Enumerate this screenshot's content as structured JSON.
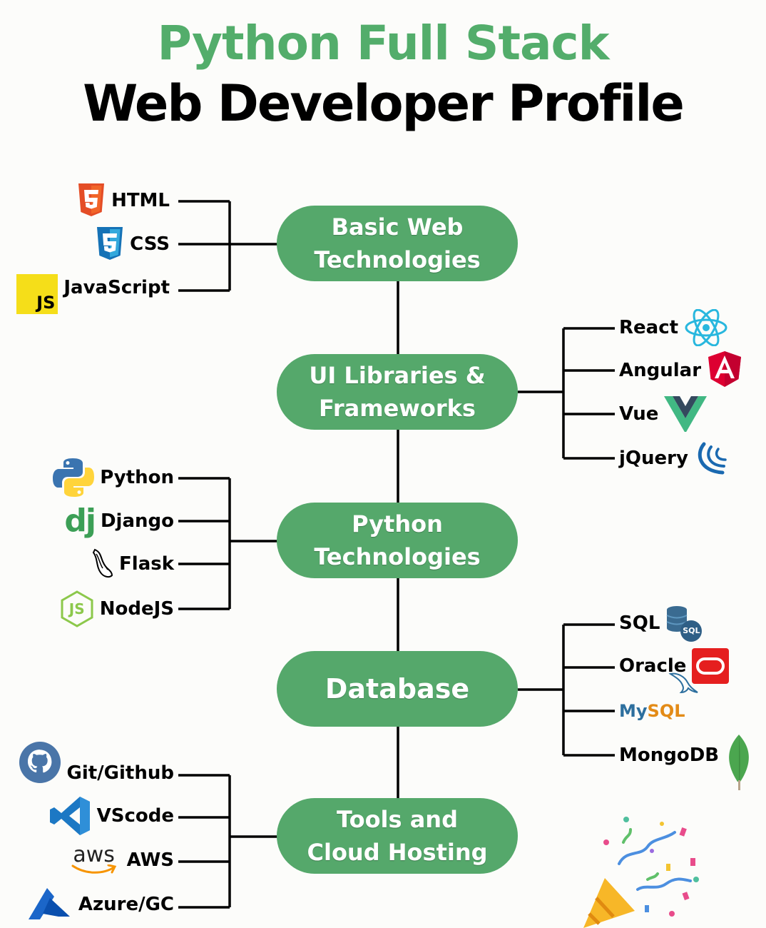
{
  "header": {
    "line1": "Python Full Stack",
    "line2": "Web Developer Profile"
  },
  "colors": {
    "accent": "#55a86b",
    "title_green": "#53ad6b",
    "line": "#000000"
  },
  "nodes": [
    {
      "id": "basic",
      "label": "Basic Web Technologies"
    },
    {
      "id": "ui",
      "label": "UI Libraries & Frameworks"
    },
    {
      "id": "python",
      "label": "Python Technologies"
    },
    {
      "id": "database",
      "label": "Database"
    },
    {
      "id": "tools",
      "label": "Tools and Cloud Hosting"
    }
  ],
  "branches": {
    "basic": [
      {
        "label": "HTML",
        "icon": "html5-icon"
      },
      {
        "label": "CSS",
        "icon": "css3-icon"
      },
      {
        "label": "JavaScript",
        "icon": "javascript-icon",
        "badge": "JS"
      }
    ],
    "ui": [
      {
        "label": "React",
        "icon": "react-icon"
      },
      {
        "label": "Angular",
        "icon": "angular-icon"
      },
      {
        "label": "Vue",
        "icon": "vue-icon"
      },
      {
        "label": "jQuery",
        "icon": "jquery-icon"
      }
    ],
    "python": [
      {
        "label": "Python",
        "icon": "python-icon"
      },
      {
        "label": "Django",
        "icon": "django-icon",
        "badge": "dj"
      },
      {
        "label": "Flask",
        "icon": "flask-icon"
      },
      {
        "label": "NodeJS",
        "icon": "nodejs-icon",
        "badge": "JS"
      }
    ],
    "database": [
      {
        "label": "SQL",
        "icon": "sql-server-icon",
        "badge": "SQL"
      },
      {
        "label": "Oracle",
        "icon": "oracle-icon"
      },
      {
        "label": "MySQL",
        "icon": "mysql-dolphin-icon",
        "label_a": "My",
        "label_b": "SQL"
      },
      {
        "label": "MongoDB",
        "icon": "mongodb-leaf-icon"
      }
    ],
    "tools": [
      {
        "label": "Git/Github",
        "icon": "github-icon"
      },
      {
        "label": "VScode",
        "icon": "vscode-icon"
      },
      {
        "label": "AWS",
        "icon": "aws-icon",
        "badge": "aws"
      },
      {
        "label": "Azure/GC",
        "icon": "azure-icon"
      }
    ]
  },
  "decoration": {
    "icon": "party-popper-icon"
  }
}
